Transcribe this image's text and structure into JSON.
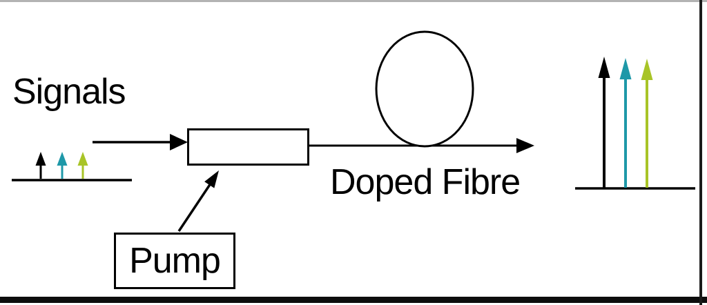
{
  "diagram": {
    "signals_label": "Signals",
    "doped_fibre_label": "Doped Fibre",
    "pump_label": "Pump",
    "colors": {
      "line_black": "#000000",
      "top_border": "#b3b3b3",
      "bottom_bar": "#0d0d0d",
      "right_border": "#1a1a1a"
    },
    "input_signals": {
      "arrow_colors": [
        "#000000",
        "#1e98a8",
        "#a8c427"
      ]
    },
    "output_signals": {
      "arrow_colors": [
        "#000000",
        "#1e98a8",
        "#a8c427"
      ]
    }
  }
}
